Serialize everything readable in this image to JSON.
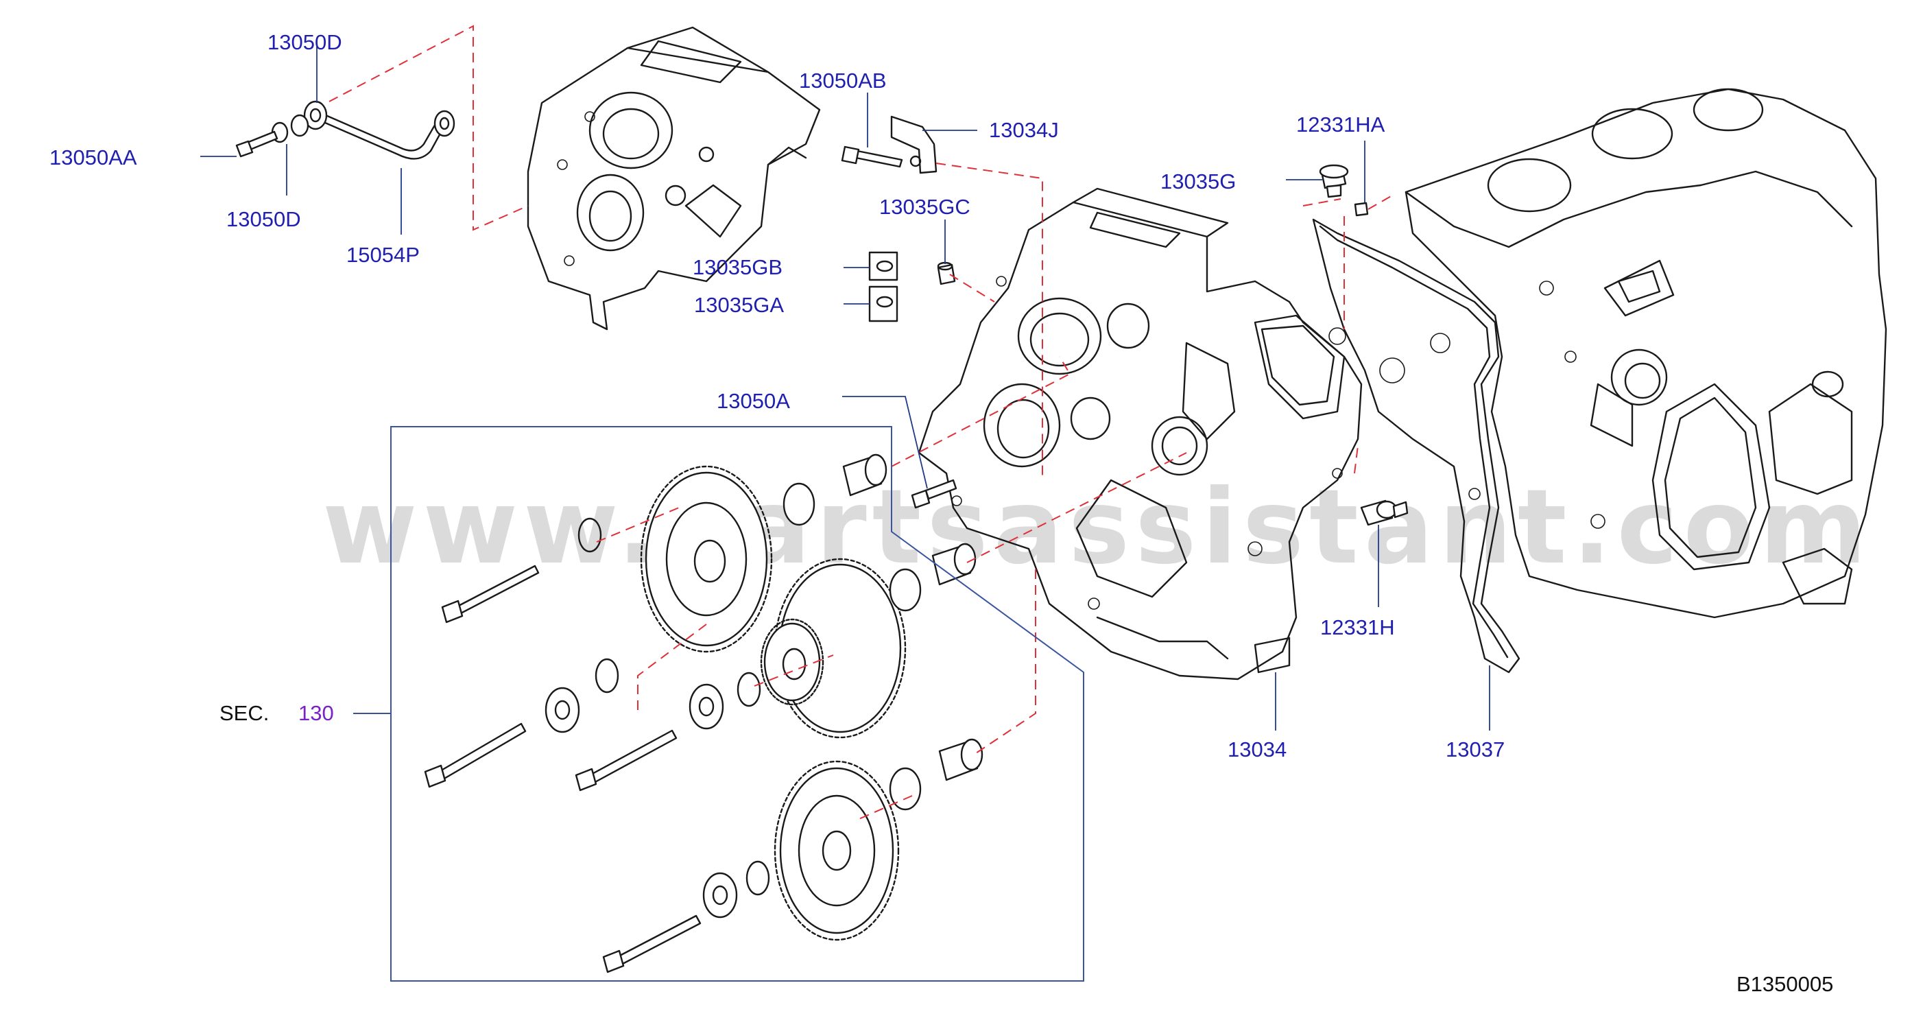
{
  "labels": {
    "l_13050D_top": "13050D",
    "l_13050AA": "13050AA",
    "l_13050D_bottom": "13050D",
    "l_15054P": "15054P",
    "l_13050AB": "13050AB",
    "l_13034J": "13034J",
    "l_13035GC": "13035GC",
    "l_13035GB": "13035GB",
    "l_13035GA": "13035GA",
    "l_13050A": "13050A",
    "l_12331HA": "12331HA",
    "l_13035G": "13035G",
    "l_12331H": "12331H",
    "l_13034": "13034",
    "l_13037": "13037",
    "sec_prefix": "SEC.",
    "sec_number": "130"
  },
  "diagram_id": "B1350005",
  "watermark": "www.partsassistant.com",
  "colors": {
    "part_number": "#1f1fb0",
    "section_ref": "#7a22c8",
    "leader": "#1f3a8a",
    "hidden_line": "#e0303a",
    "linework": "#1a1a1a"
  }
}
